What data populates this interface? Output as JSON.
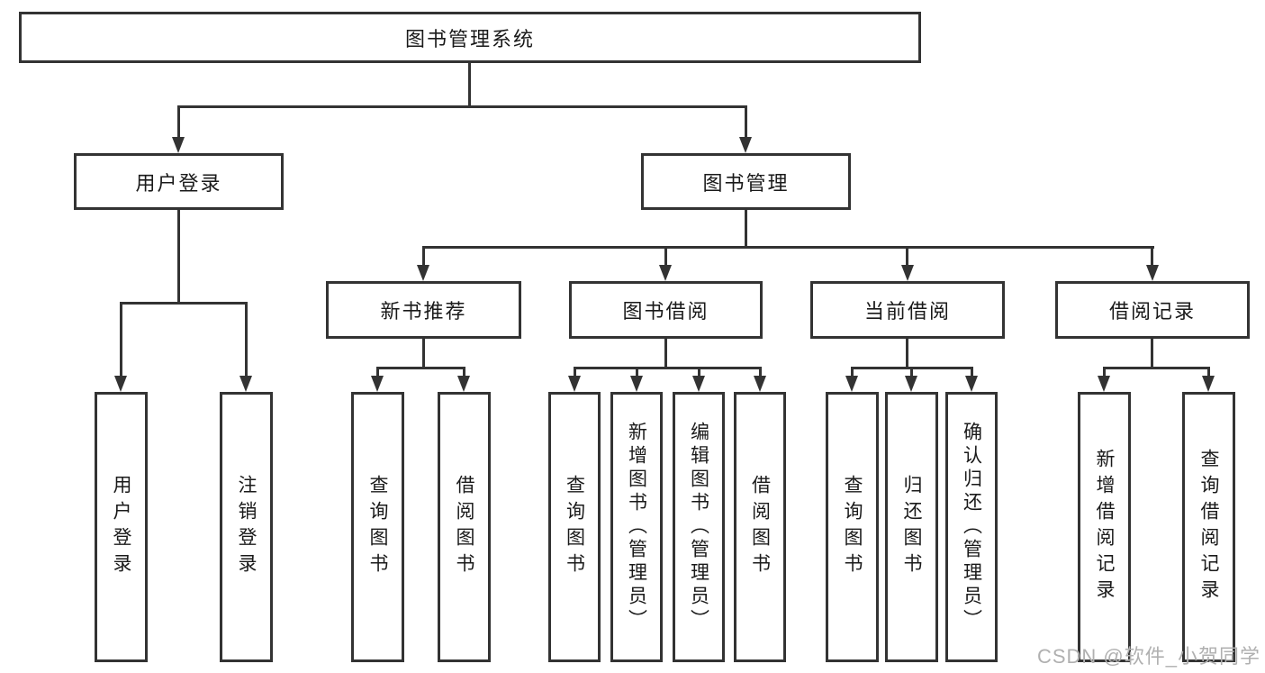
{
  "tree": {
    "root": {
      "label": "图书管理系统"
    },
    "branches": [
      {
        "label": "用户登录",
        "leaves": [
          {
            "label": "用户登录"
          },
          {
            "label": "注销登录"
          }
        ]
      },
      {
        "label": "图书管理",
        "groups": [
          {
            "label": "新书推荐",
            "leaves": [
              {
                "label": "查询图书"
              },
              {
                "label": "借阅图书"
              }
            ]
          },
          {
            "label": "图书借阅",
            "leaves": [
              {
                "label": "查询图书"
              },
              {
                "label": "新增图书（管理员）"
              },
              {
                "label": "编辑图书（管理员）"
              },
              {
                "label": "借阅图书"
              }
            ]
          },
          {
            "label": "当前借阅",
            "leaves": [
              {
                "label": "查询图书"
              },
              {
                "label": "归还图书"
              },
              {
                "label": "确认归还（管理员）"
              }
            ]
          },
          {
            "label": "借阅记录",
            "leaves": [
              {
                "label": "新增借阅记录"
              },
              {
                "label": "查询借阅记录"
              }
            ]
          }
        ]
      }
    ]
  },
  "watermark": {
    "text": "CSDN @软件_小贺同学",
    "color": "#b0b0b0"
  },
  "colors": {
    "line": "#333333",
    "box_border": "#333333",
    "text": "#1a1a1a",
    "background": "#ffffff"
  }
}
